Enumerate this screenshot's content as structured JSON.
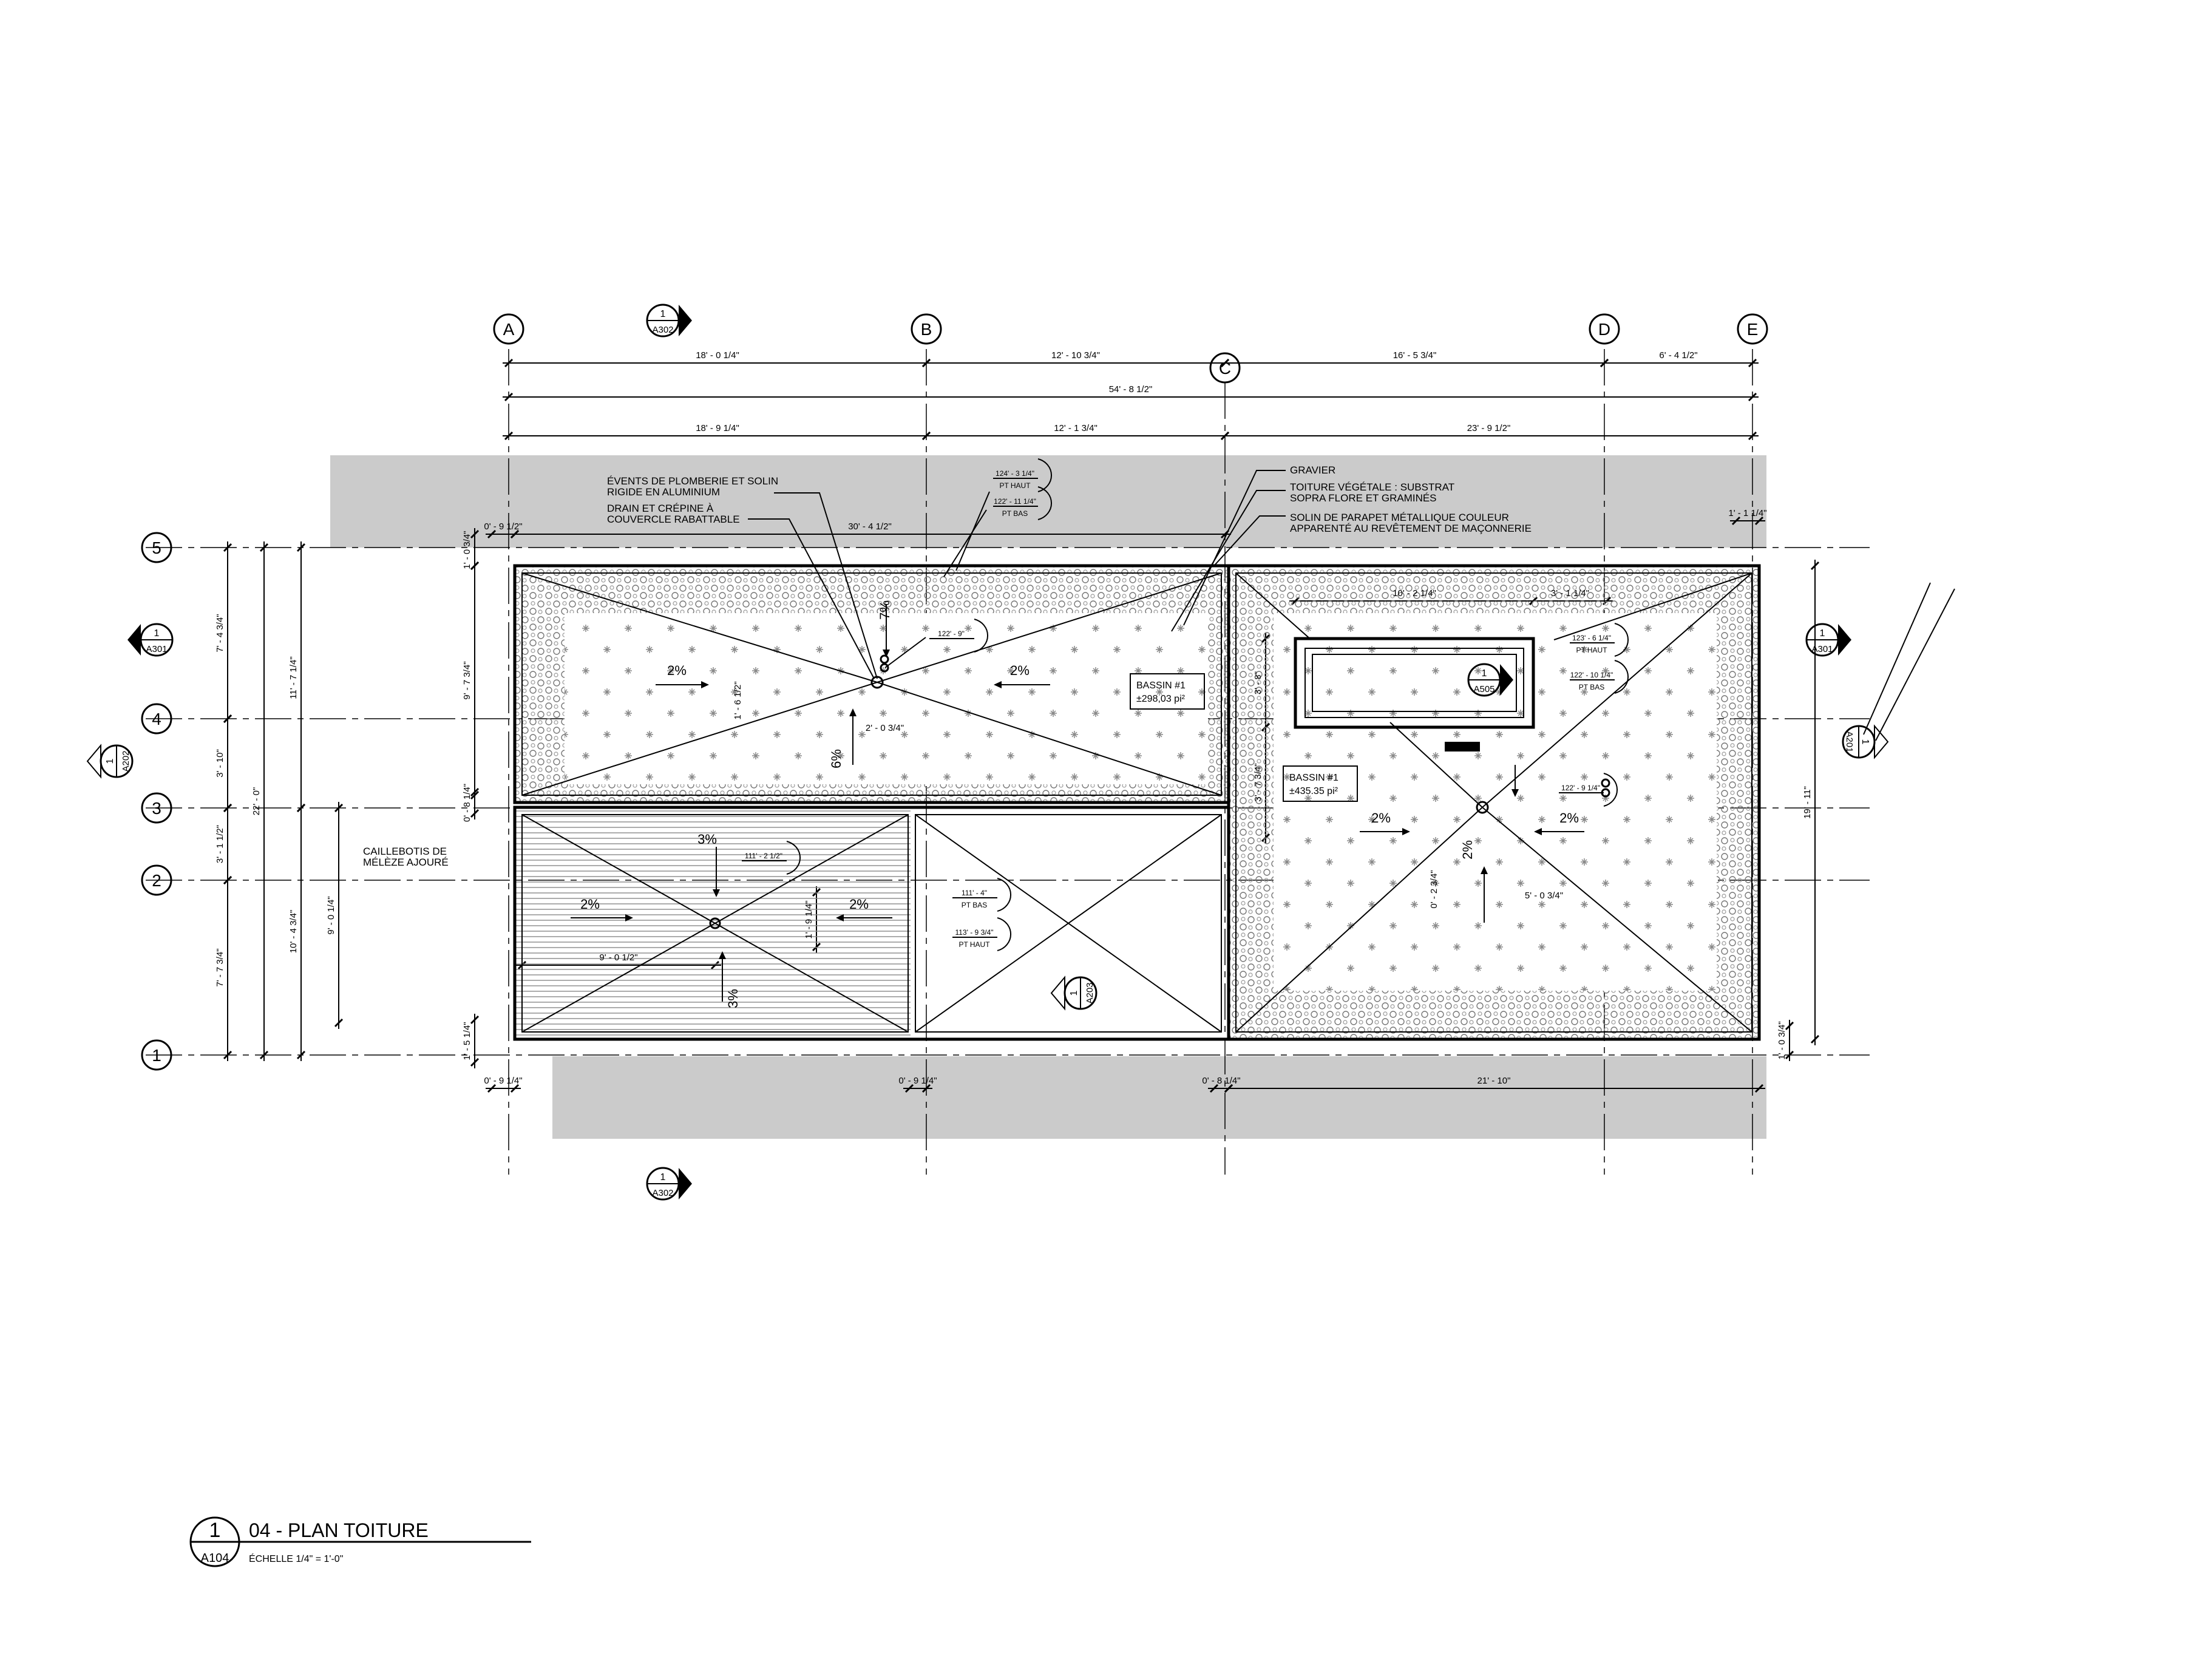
{
  "drawing": {
    "grid_x": [
      "A",
      "B",
      "C",
      "D",
      "E"
    ],
    "grid_y": [
      "5",
      "4",
      "3",
      "2",
      "1"
    ],
    "dims_top_row1": [
      "18' - 0 1/4\"",
      "12' - 10 3/4\"",
      "16' - 5 3/4\"",
      "6' - 4 1/2\""
    ],
    "dim_overall": "54' - 8 1/2\"",
    "dims_top_row2": [
      "18' - 9 1/4\"",
      "12' - 1 3/4\"",
      "23' - 9 1/2\""
    ],
    "dims_top_small": [
      "0' - 9 1/2\"",
      "30' - 4 1/2\"",
      "1' - 1 1/4\""
    ],
    "dims_bottom": [
      "0' - 9 1/4\"",
      "0' - 9 1/4\"",
      "0' - 8 1/4\"",
      "21' - 10\""
    ],
    "dims_left_outer": [
      "7' - 4 3/4\"",
      "3' - 10\"",
      "3' - 1 1/2\"",
      "7' - 7 3/4\""
    ],
    "dim_left_total": "22' - 0\"",
    "dims_left_mid": [
      "11' - 7 1/4\"",
      "10' - 4 3/4\""
    ],
    "dim_left_inner": "9' - 0 1/4\"",
    "dims_left_wall": [
      "1' - 0 3/4\"",
      "9' - 7 3/4\"",
      "0' - 8 1/4\"",
      "1' - 5 1/4\""
    ],
    "dims_right": [
      "19' - 11\"",
      "1' - 0 3/4\""
    ],
    "dims_interior": [
      "1' - 6 1/2\"",
      "2' - 0 3/4\"",
      "1' - 9 1/4\"",
      "9' - 0 1/2\"",
      "10' - 2 1/4\"",
      "3' - 1 1/4\"",
      "3' - 8\"",
      "3' - 7 3/4\"",
      "0' - 2 3/4\"",
      "5' - 0 3/4\""
    ],
    "slopes": [
      "2%",
      "2%",
      "7%",
      "6%",
      "3%",
      "2%",
      "2%",
      "3%",
      "2%",
      "2%",
      "2%"
    ],
    "callouts": {
      "plumbing": [
        "ÉVENTS DE PLOMBERIE ET SOLIN",
        "RIGIDE EN ALUMINIUM"
      ],
      "drain": [
        "DRAIN ET CRÉPINE À",
        "COUVERCLE RABATTABLE"
      ],
      "gravel": "GRAVIER",
      "green_roof": [
        "TOITURE VÉGÉTALE : SUBSTRAT",
        "SOPRA FLORE  ET GRAMINÉS"
      ],
      "parapet": [
        "SOLIN DE PARAPET MÉTALLIQUE COULEUR",
        "APPARENTÉ AU REVÊTEMENT DE MAÇONNERIE"
      ],
      "decking": [
        "CAILLEBOTIS DE",
        "MÉLÈZE AJOURÉ"
      ]
    },
    "basins": [
      {
        "name": "BASSIN #1",
        "area": "±298,03 pi²"
      },
      {
        "name": "BASSIN #1",
        "area": "±435.35 pi²"
      }
    ],
    "elevations": [
      {
        "value": "124' - 3 1/4\"",
        "label": "PT HAUT"
      },
      {
        "value": "122' - 11 1/4\"",
        "label": "PT BAS"
      },
      {
        "value": "122' - 9\"",
        "label": ""
      },
      {
        "value": "111' - 2 1/2\"",
        "label": ""
      },
      {
        "value": "111' - 4\"",
        "label": "PT BAS"
      },
      {
        "value": "113' - 9 3/4\"",
        "label": "PT HAUT"
      },
      {
        "value": "123' - 6 1/4\"",
        "label": "PT HAUT"
      },
      {
        "value": "122' - 10 1/4\"",
        "label": "PT BAS"
      },
      {
        "value": "122' - 9 1/4\"",
        "label": ""
      }
    ],
    "section_markers": {
      "num": "1",
      "top": "A302",
      "bottom": "A302",
      "left": "A301",
      "right": "A301",
      "left_outer": "A202",
      "right_outer": "A201",
      "interior": "A203",
      "detail": "A505"
    }
  },
  "title_block": {
    "number": "1",
    "sheet": "A104",
    "title": "04 - PLAN TOITURE",
    "scale": "ÉCHELLE  1/4\" = 1'-0\""
  },
  "colors": {
    "line": "#000000",
    "shade": "#cbcbcb",
    "background": "#ffffff"
  }
}
